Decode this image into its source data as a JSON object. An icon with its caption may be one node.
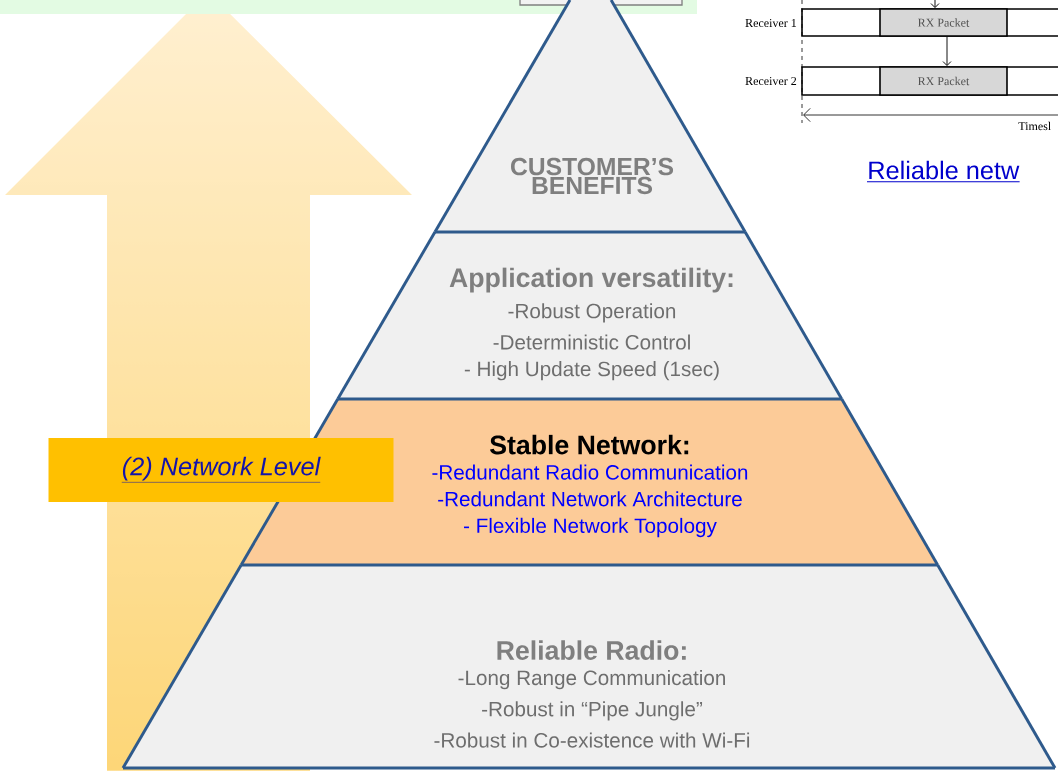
{
  "diagram": {
    "nodes": [
      {
        "text": [
          "CUSTOMER’S BENEFITS"
        ]
      },
      {
        "text": [
          "Application versatility:",
          "-Robust Operation",
          "-Deterministic Control",
          "- High Update Speed (1sec)"
        ]
      },
      {
        "text": [
          "Stable Network:",
          "-Redundant Radio Communication",
          "-Redundant Network Architecture",
          "- Flexible Network Topology"
        ]
      },
      {
        "text": [
          "Reliable Radio:",
          "-Long Range Communication",
          "-Robust in “Pipe Jungle”",
          "-Robust in Co-existence with Wi-Fi"
        ]
      },
      {
        "text": [
          "(2) Network Level"
        ]
      },
      {
        "text": [
          "RX Packet"
        ]
      },
      {
        "text": [
          "RX Packet"
        ]
      }
    ],
    "edges": [
      {
        "from": null,
        "to": 5,
        "arrow": "to"
      },
      {
        "from": 5,
        "to": 6,
        "arrow": "to"
      }
    ],
    "labels": [
      "Receiver 1",
      "Receiver 2",
      "Timesl",
      "Reliable netw"
    ]
  }
}
